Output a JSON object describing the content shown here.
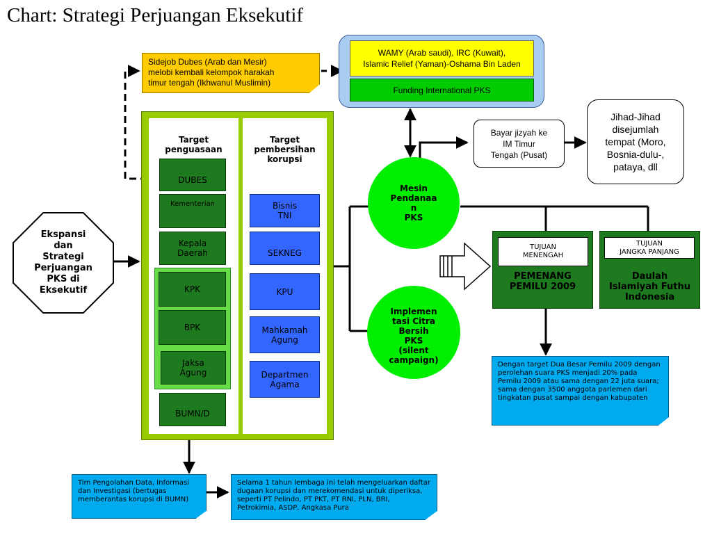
{
  "title": "Chart: Strategi Perjuangan Eksekutif",
  "octagon": {
    "text": "Ekspansi\ndan\nStrategi\nPerjuangan\nPKS di\nEksekutif"
  },
  "sidejob": {
    "text": "Sidejob Dubes (Arab dan Mesir)\nmelobi kembali kelompok harakah\ntimur tengah (Ikhwanul Muslimin)"
  },
  "funding": {
    "top": "WAMY (Arab saudi), IRC (Kuwait),\nIslamic Relief (Yaman)-Oshama Bin Laden",
    "bottom": "Funding International PKS"
  },
  "target_penguasaan": {
    "heading": "Target\npenguasaan",
    "items": [
      "DUBES",
      "Kementerian",
      "Kepala\nDaerah",
      "KPK",
      "BPK",
      "Jaksa\nAgung",
      "BUMN/D"
    ]
  },
  "target_pembersihan": {
    "heading": "Target\npembersihan\nkorupsi",
    "items": [
      "Bisnis\nTNI",
      "SEKNEG",
      "KPU",
      "Mahkamah\nAgung",
      "Departmen\nAgama"
    ]
  },
  "circles": {
    "mesin": "Mesin\nPendanaa\nn\nPKS",
    "implementasi": "Implemen\ntasi  Citra\nBersih\nPKS\n(silent\ncampaign)"
  },
  "jizyah": {
    "text": "Bayar jizyah  ke\nIM Timur\nTengah (Pusat)"
  },
  "jihad": {
    "text": "Jihad-Jihad\ndisejumlah\ntempat (Moro,\nBosnia-dulu-,\npataya, dll"
  },
  "tujuan_menengah": {
    "label": "TUJUAN\nMENENGAH",
    "result": "PEMENANG\nPEMILU 2009"
  },
  "tujuan_panjang": {
    "label": "TUJUAN\nJANGKA PANJANG",
    "result": "Daulah\nIslamiyah Futhu\nIndonesia"
  },
  "target_note": {
    "text": "Dengan target Dua Besar Pemilu 2009 dengan perolehan suara PKS menjadi 20% pada Pemilu 2009 atau sama dengan 22 juta suara; sama dengan 3500 anggota parlemen dari tingkatan pusat sampai dengan kabupaten"
  },
  "tim_note": {
    "text": "Tim  Pengolahan Data, Informasi dan Investigasi (bertugas memberantas korupsi di BUMN)"
  },
  "selama_note": {
    "text": "Selama 1 tahun lembaga ini telah mengeluarkan daftar dugaan korupsi dan merekomendasi untuk diperiksa, seperti PT Pelindo, PT PKT, PT RNI, PLN, BRI, Petrokimia, ASDP, Angkasa Pura"
  },
  "colors": {
    "lime_frame": "#99cc00",
    "dark_green": "#1e7a1e",
    "bright_green": "#00ee00",
    "blue_box": "#3366ff",
    "note_cyan": "#00aaee",
    "sidejob_orange": "#ffcc00",
    "yellow": "#ffff00",
    "funding_green": "#00cc00",
    "panel_blue": "#a9cdf0"
  }
}
